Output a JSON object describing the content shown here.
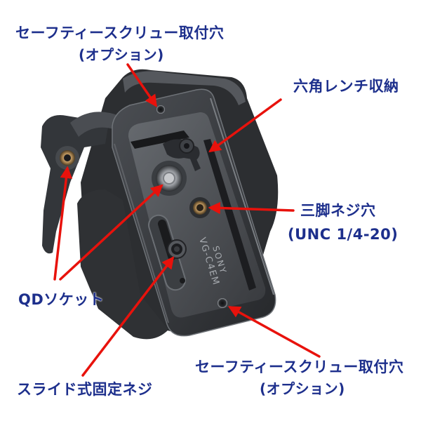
{
  "labels": {
    "safety_screw_top_line1": "セーフティースクリュー取付穴",
    "safety_screw_top_line2": "(オプション)",
    "hex_wrench": "六角レンチ収納",
    "tripod_thread_line1": "三脚ネジ穴",
    "tripod_thread_line2": "(UNC 1/4-20)",
    "qd_socket": "QDソケット",
    "slide_screw": "スライド式固定ネジ",
    "safety_screw_bottom_line1": "セーフティースクリュー取付穴",
    "safety_screw_bottom_line2": "(オプション)"
  },
  "engraving": {
    "brand": "SONY",
    "model": "VG-C4EM"
  },
  "colors": {
    "label_text": "#1d2f8c",
    "arrow": "#e8120c",
    "metal_dark": "#2b2d30",
    "metal_mid": "#45484c",
    "metal_light": "#8a8e93"
  }
}
